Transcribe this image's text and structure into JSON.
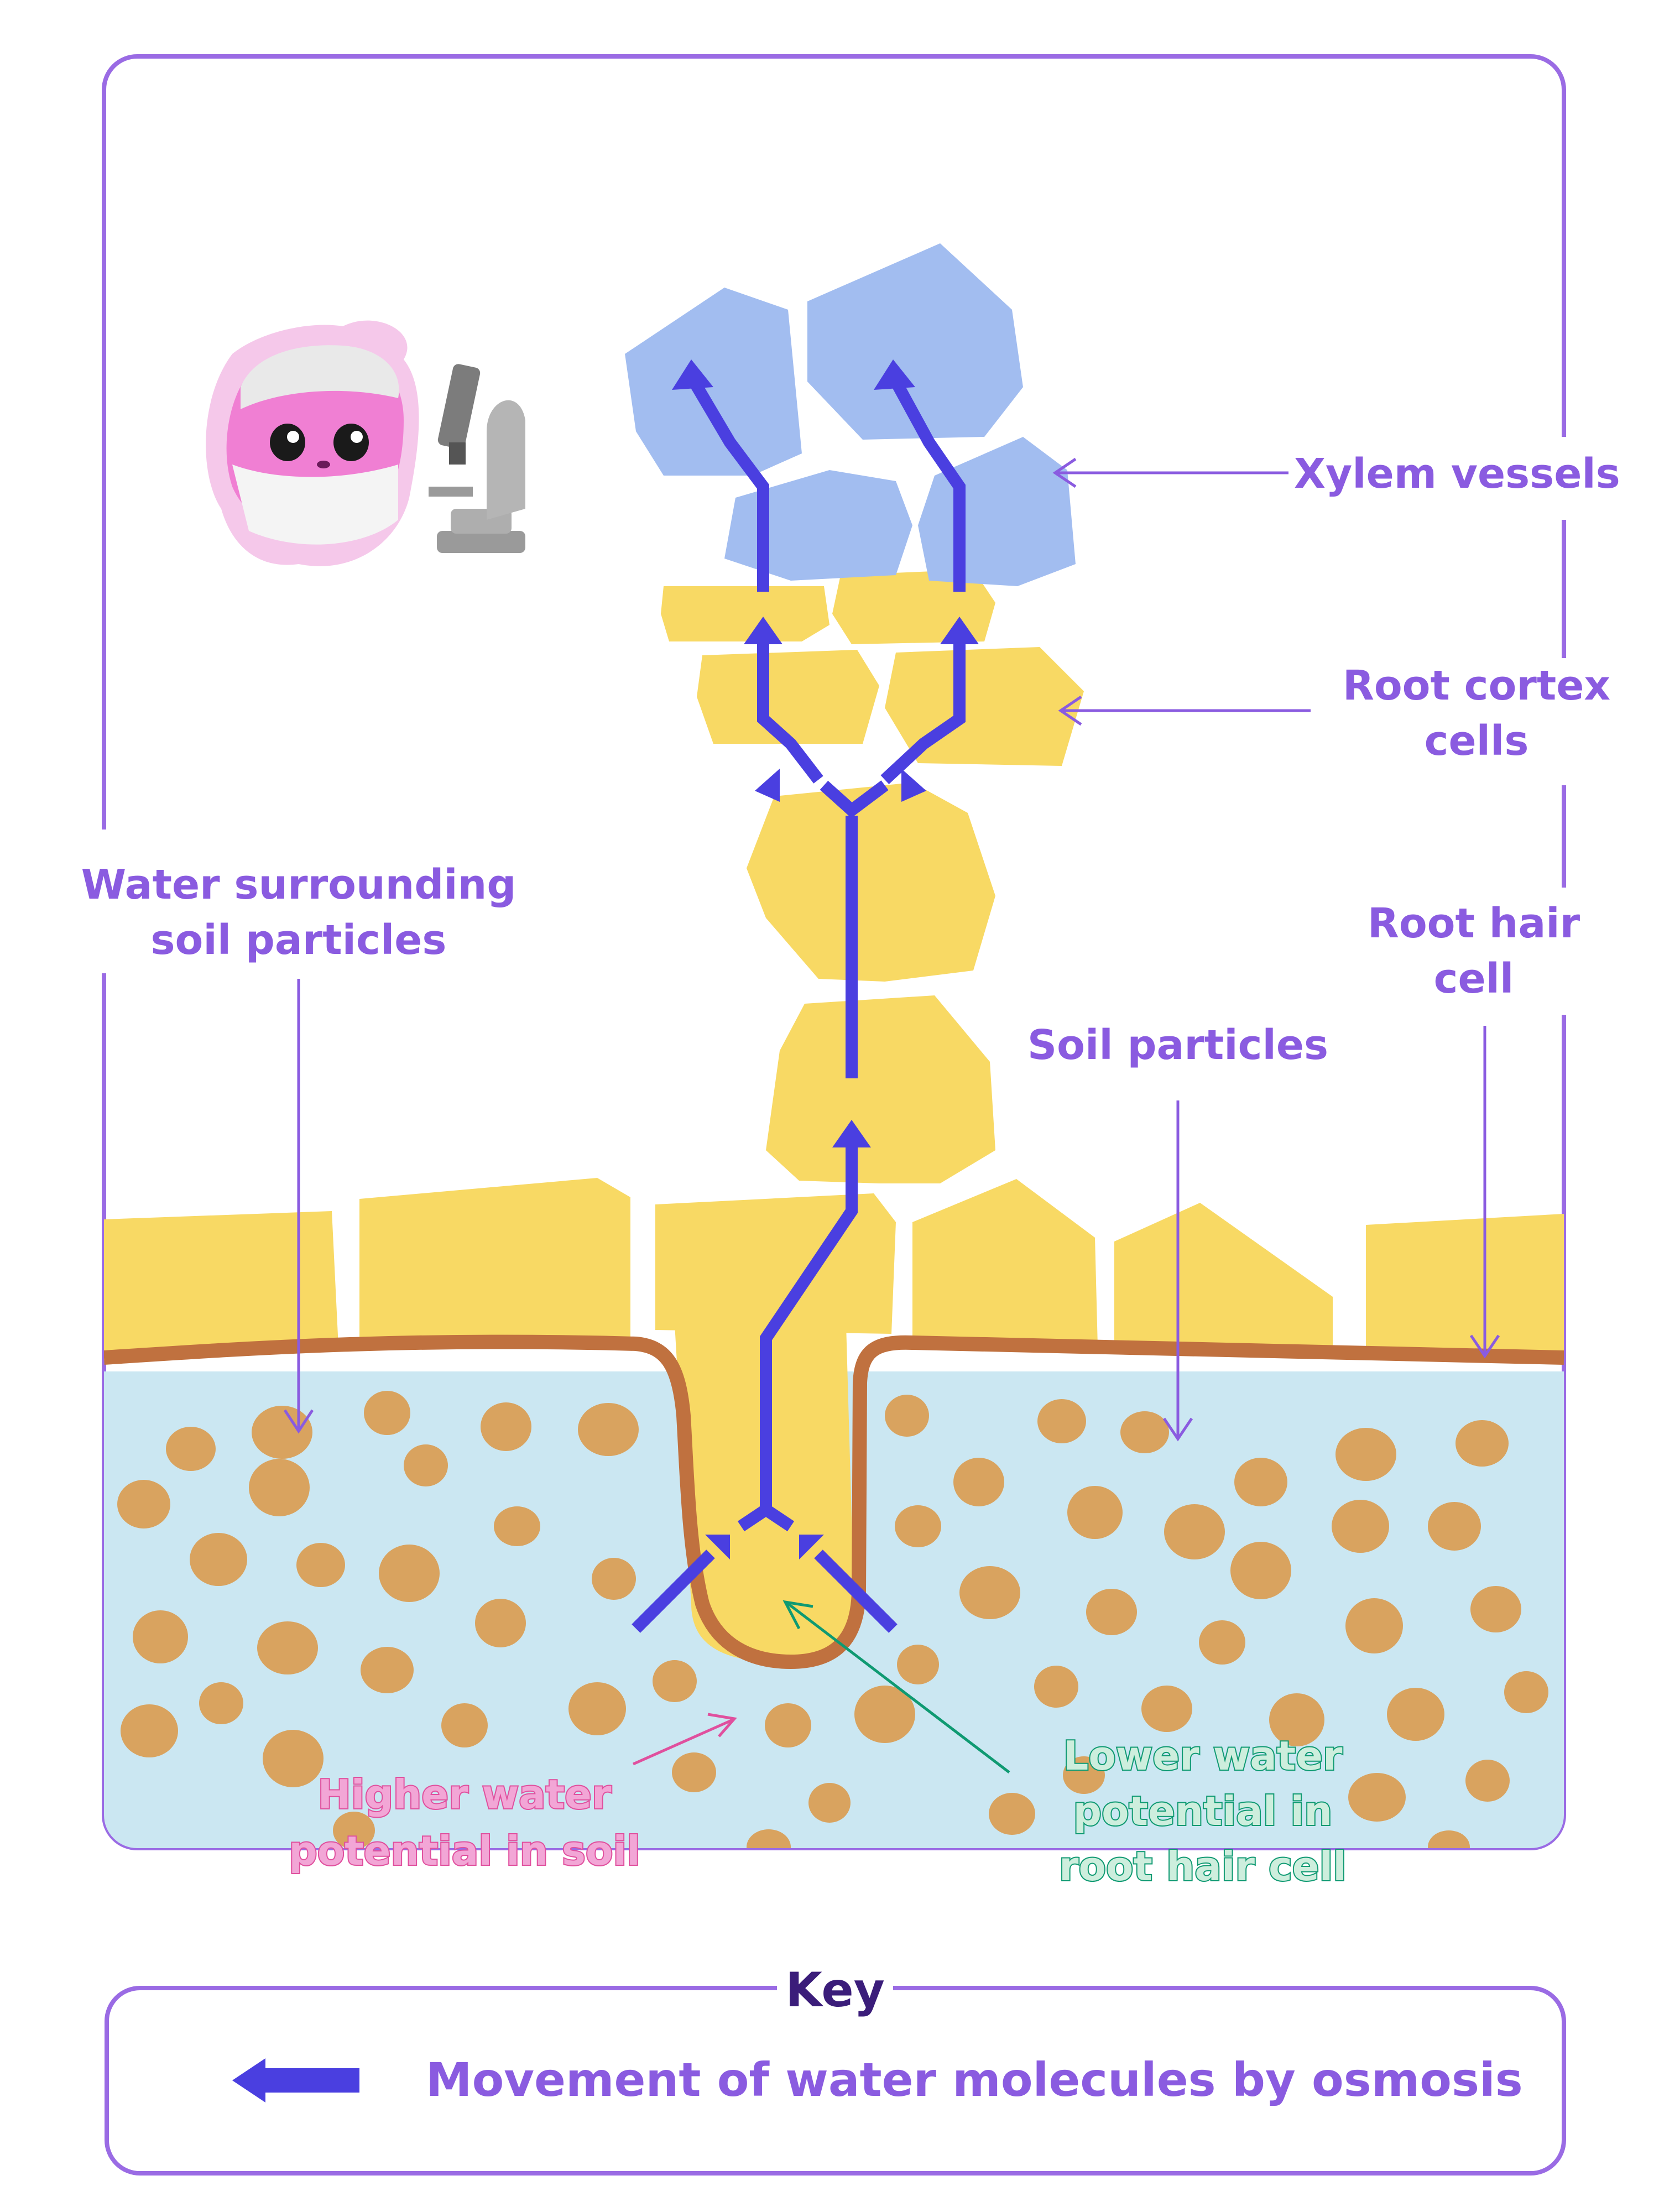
{
  "labels": {
    "xylem": "Xylem vessels",
    "cortex_line1": "Root cortex",
    "cortex_line2": "cells",
    "water_line1": "Water surrounding",
    "water_line2": "soil particles",
    "roothair_line1": "Root hair",
    "roothair_line2": "cell",
    "soil": "Soil particles",
    "higher_line1": "Higher water",
    "higher_line2": "potential in soil",
    "lower_line1": "Lower water",
    "lower_line2": "potential in",
    "lower_line3": "root hair cell"
  },
  "key": {
    "title": "Key",
    "arrow_description": "Movement of water molecules by osmosis"
  },
  "colors": {
    "frame": "#9a6be4",
    "label_purple": "#8a5be0",
    "arrow_blue": "#4a3fe0",
    "cell_yellow": "#f8d964",
    "xylem_blue": "#a2bdf0",
    "soil_water": "#cbe7f2",
    "soil_particle": "#d9a35f",
    "root_membrane": "#c0713f",
    "higher_text": "#e0509e",
    "lower_text": "#0f9a72"
  },
  "icons": [
    "scientist-mascot-icon",
    "microscope-icon"
  ]
}
